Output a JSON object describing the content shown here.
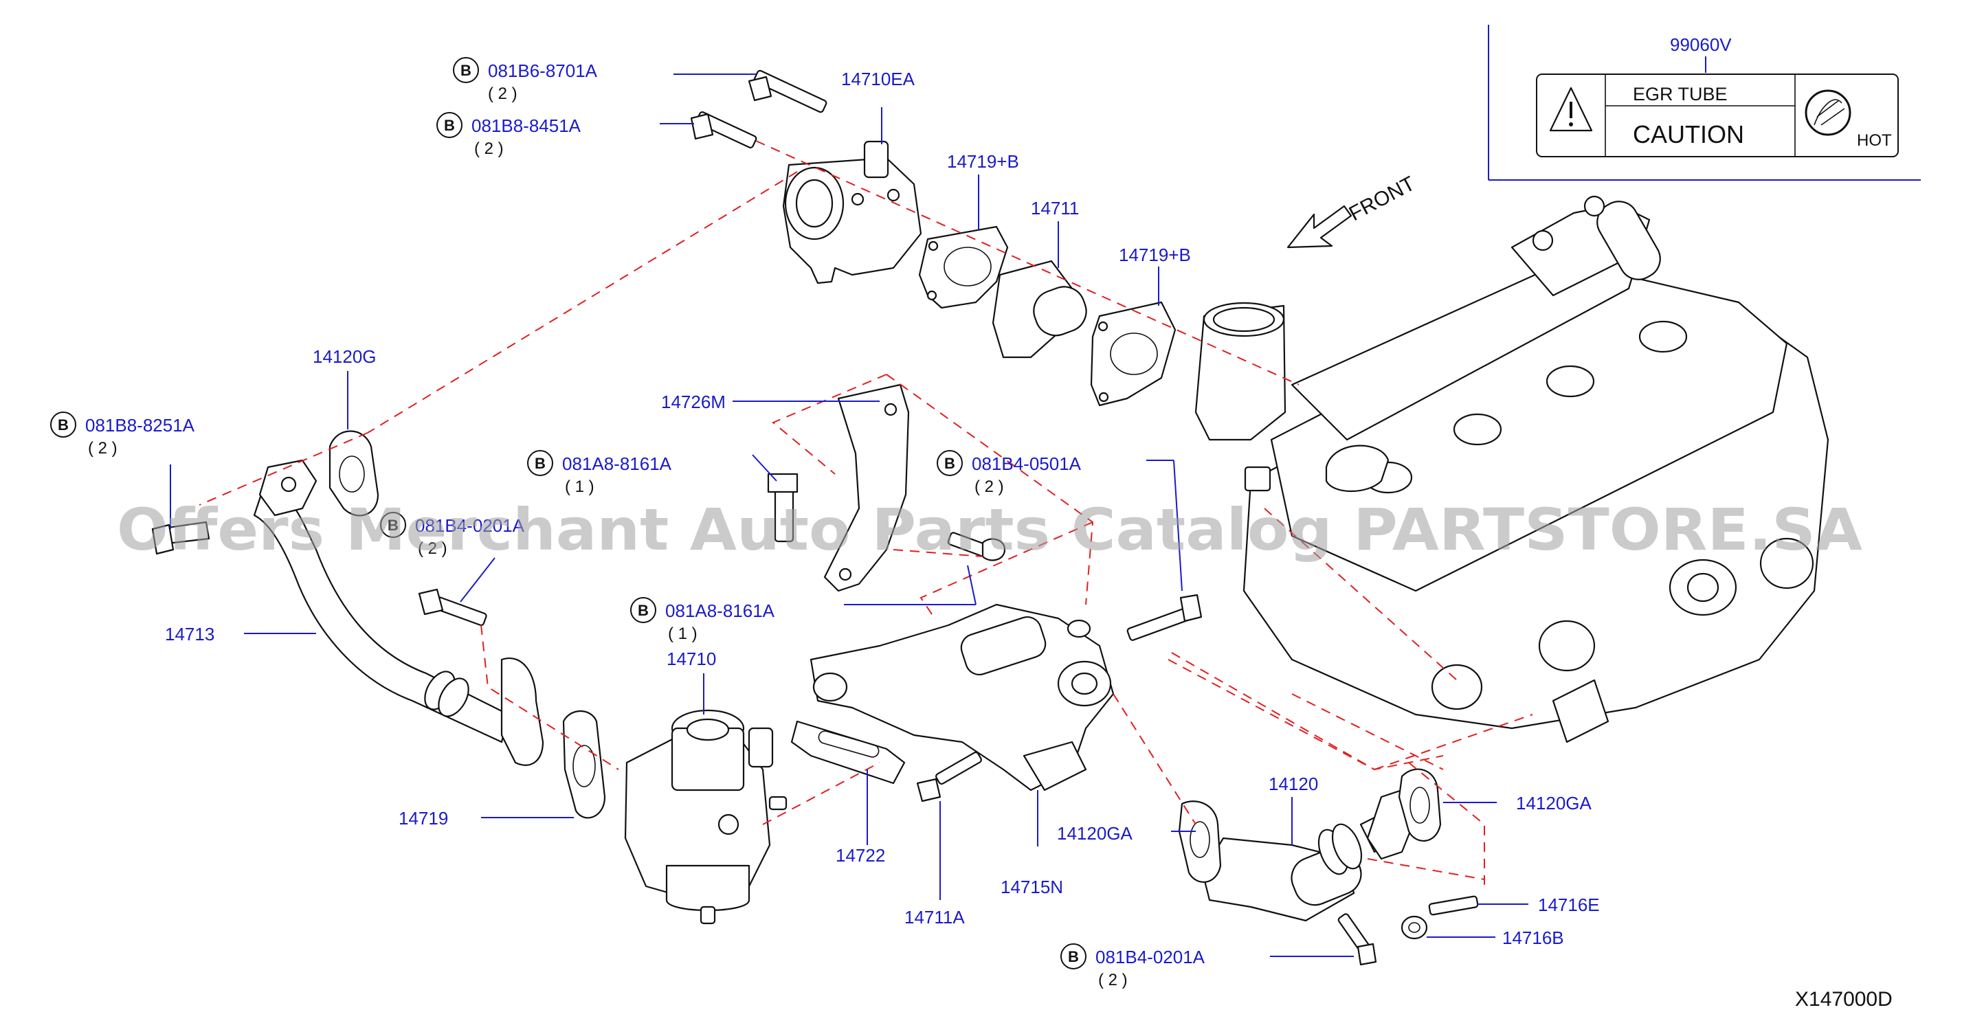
{
  "diagram_id": "X147000D",
  "watermark": "Offers Merchant Auto Parts Catalog PARTSTORE.SA",
  "front_label": "FRONT",
  "bolt_marker": "B",
  "label_plate": {
    "part_number": "99060V",
    "line1": "EGR TUBE",
    "line2": "CAUTION",
    "hot": "HOT",
    "warning_icon": "warning-triangle-icon",
    "hot_icon": "hot-surface-icon"
  },
  "bolts": [
    {
      "code": "081B6-8701A",
      "qty": "( 2 )"
    },
    {
      "code": "081B8-8451A",
      "qty": "( 2 )"
    },
    {
      "code": "081B8-8251A",
      "qty": "( 2 )"
    },
    {
      "code": "081A8-8161A",
      "qty": "( 1 )"
    },
    {
      "code": "081B4-0201A",
      "qty": "( 2 )"
    },
    {
      "code": "081B4-0501A",
      "qty": "( 2 )"
    },
    {
      "code": "081A8-8161A",
      "qty": "( 1 )"
    },
    {
      "code": "081B4-0201A",
      "qty": "( 2 )"
    }
  ],
  "parts": {
    "p14710EA": "14710EA",
    "p14719B_1": "14719+B",
    "p14711": "14711",
    "p14719B_2": "14719+B",
    "p14120G": "14120G",
    "p14726M": "14726M",
    "p14713": "14713",
    "p14710": "14710",
    "p14719": "14719",
    "p14722": "14722",
    "p14711A": "14711A",
    "p14120GA_1": "14120GA",
    "p14715N": "14715N",
    "p14120": "14120",
    "p14120GA_2": "14120GA",
    "p14716E": "14716E",
    "p14716B": "14716B"
  }
}
